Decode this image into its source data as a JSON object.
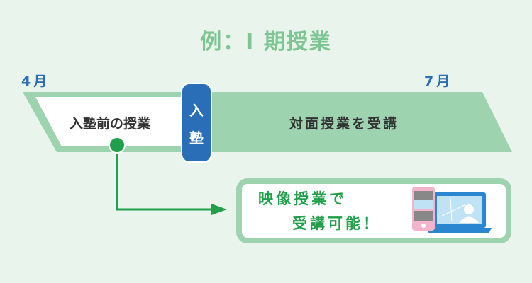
{
  "title": "例：I 期授業",
  "months": {
    "start": "4月",
    "end": "7月"
  },
  "timeline": {
    "before": "入塾前の授業",
    "join": [
      "入",
      "塾"
    ],
    "after": "対面授業を受講"
  },
  "callout": {
    "line1": "映像授業で",
    "line2": "受講可能！"
  },
  "colors": {
    "green": "#9dd3af",
    "blue": "#2a6eb8",
    "accent": "#20a04a"
  }
}
